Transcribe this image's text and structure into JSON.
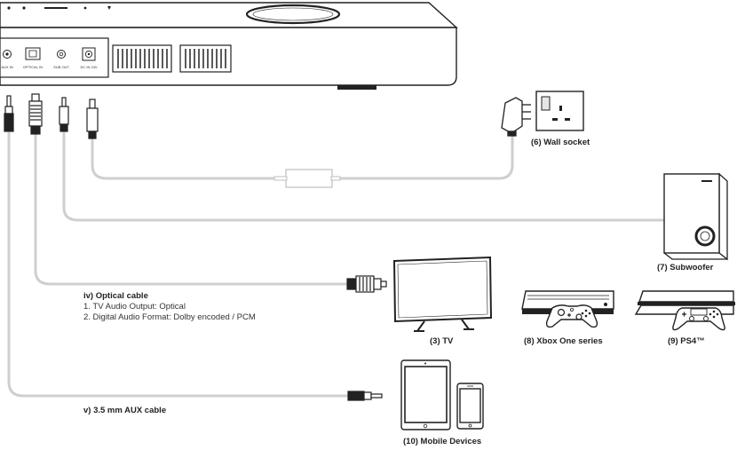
{
  "labels": {
    "wall_socket": "(6) Wall socket",
    "subwoofer": "(7) Subwoofer",
    "tv": "(3) TV",
    "xbox": "(8) Xbox One series",
    "ps4": "(9) PS4™",
    "mobile": "(10) Mobile Devices"
  },
  "optical_note": {
    "title": "iv) Optical cable",
    "lines": [
      "1. TV Audio Output: Optical",
      "2. Digital Audio Format: Dolby encoded / PCM"
    ]
  },
  "aux_note": {
    "title": "v) 3.5 mm AUX cable"
  },
  "port_labels": {
    "aux_in": "AUX IN",
    "optical_in": "OPTICAL IN",
    "sub_out": "SUB OUT",
    "dc_in": "DC IN 24V"
  },
  "colors": {
    "outline": "#222222",
    "cable": "#cfcfcf",
    "socket_switch": "#e6e6e6"
  }
}
